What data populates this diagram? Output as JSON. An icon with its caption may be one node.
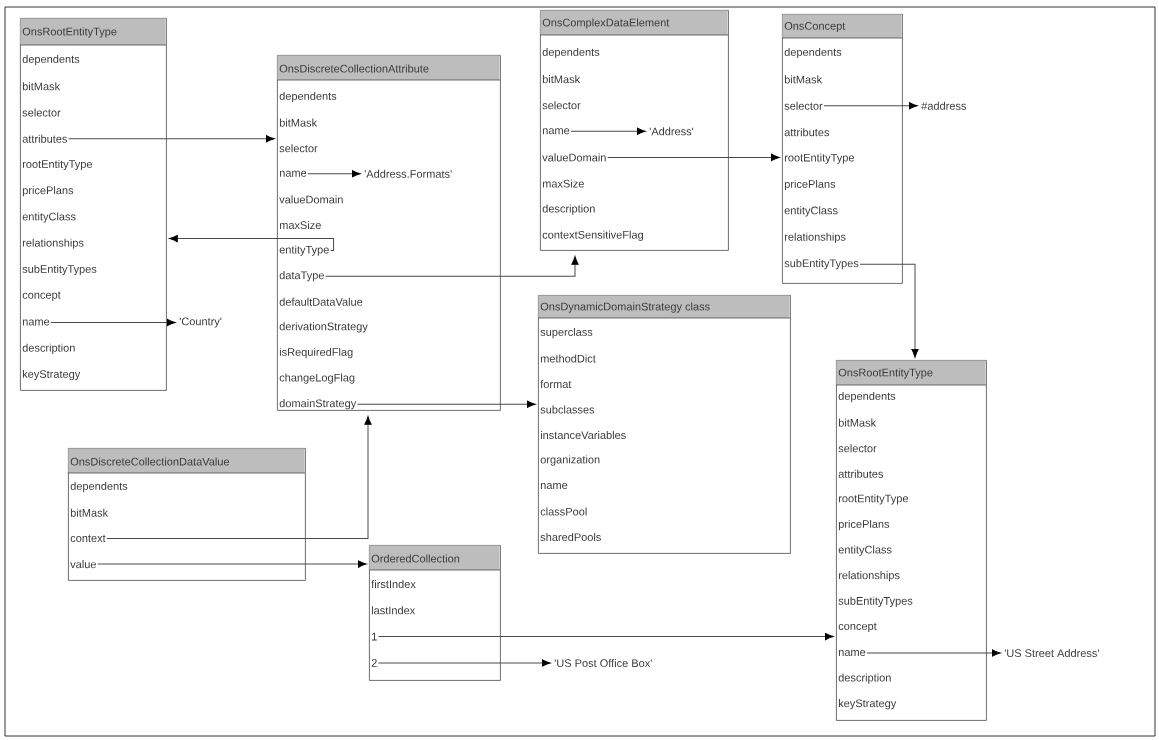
{
  "diagram": {
    "nodes": [
      {
        "text": [
          "OnsRootEntityType"
        ]
      },
      {
        "text": [
          "dependents"
        ],
        "in": 0
      },
      {
        "text": [
          "bitMask"
        ],
        "in": 0
      },
      {
        "text": [
          "selector"
        ],
        "in": 0
      },
      {
        "text": [
          "attributes"
        ],
        "in": 0
      },
      {
        "text": [
          "rootEntityType"
        ],
        "in": 0
      },
      {
        "text": [
          "pricePlans"
        ],
        "in": 0
      },
      {
        "text": [
          "entityClass"
        ],
        "in": 0
      },
      {
        "text": [
          "relationships"
        ],
        "in": 0
      },
      {
        "text": [
          "subEntityTypes"
        ],
        "in": 0
      },
      {
        "text": [
          "concept"
        ],
        "in": 0
      },
      {
        "text": [
          "name"
        ],
        "in": 0
      },
      {
        "text": [
          "description"
        ],
        "in": 0
      },
      {
        "text": [
          "keyStrategy"
        ],
        "in": 0
      },
      {
        "text": [
          "'Country'"
        ]
      },
      {
        "text": [
          "OnsDiscreteCollectionAttribute"
        ]
      },
      {
        "text": [
          "dependents"
        ],
        "in": 15
      },
      {
        "text": [
          "bitMask"
        ],
        "in": 15
      },
      {
        "text": [
          "selector"
        ],
        "in": 15
      },
      {
        "text": [
          "name"
        ],
        "in": 15
      },
      {
        "text": [
          "valueDomain"
        ],
        "in": 15
      },
      {
        "text": [
          "maxSize"
        ],
        "in": 15
      },
      {
        "text": [
          "entityType"
        ],
        "in": 15
      },
      {
        "text": [
          "dataType"
        ],
        "in": 15
      },
      {
        "text": [
          "defaultDataValue"
        ],
        "in": 15
      },
      {
        "text": [
          "derivationStrategy"
        ],
        "in": 15
      },
      {
        "text": [
          "isRequiredFlag"
        ],
        "in": 15
      },
      {
        "text": [
          "changeLogFlag"
        ],
        "in": 15
      },
      {
        "text": [
          "domainStrategy"
        ],
        "in": 15
      },
      {
        "text": [
          "'Address.Formats'"
        ],
        "in": 15
      },
      {
        "text": [
          "OnsComplexDataElement"
        ]
      },
      {
        "text": [
          "dependents"
        ],
        "in": 30
      },
      {
        "text": [
          "bitMask"
        ],
        "in": 30
      },
      {
        "text": [
          "selector"
        ],
        "in": 30
      },
      {
        "text": [
          "name"
        ],
        "in": 30
      },
      {
        "text": [
          "valueDomain"
        ],
        "in": 30
      },
      {
        "text": [
          "maxSize"
        ],
        "in": 30
      },
      {
        "text": [
          "description"
        ],
        "in": 30
      },
      {
        "text": [
          "contextSensitiveFlag"
        ],
        "in": 30
      },
      {
        "text": [
          "'Address'"
        ],
        "in": 30
      },
      {
        "text": [
          "OnsConcept"
        ]
      },
      {
        "text": [
          "dependents"
        ],
        "in": 40
      },
      {
        "text": [
          "bitMask"
        ],
        "in": 40
      },
      {
        "text": [
          "selector"
        ],
        "in": 40
      },
      {
        "text": [
          "attributes"
        ],
        "in": 40
      },
      {
        "text": [
          "rootEntityType"
        ],
        "in": 40
      },
      {
        "text": [
          "pricePlans"
        ],
        "in": 40
      },
      {
        "text": [
          "entityClass"
        ],
        "in": 40
      },
      {
        "text": [
          "relationships"
        ],
        "in": 40
      },
      {
        "text": [
          "subEntityTypes"
        ],
        "in": 40
      },
      {
        "text": [
          "#address"
        ]
      },
      {
        "text": [
          "OnsDynamicDomainStrategy class"
        ]
      },
      {
        "text": [
          "superclass"
        ],
        "in": 51
      },
      {
        "text": [
          "methodDict"
        ],
        "in": 51
      },
      {
        "text": [
          "format"
        ],
        "in": 51
      },
      {
        "text": [
          "subclasses"
        ],
        "in": 51
      },
      {
        "text": [
          "instanceVariables"
        ],
        "in": 51
      },
      {
        "text": [
          "organization"
        ],
        "in": 51
      },
      {
        "text": [
          "name"
        ],
        "in": 51
      },
      {
        "text": [
          "classPool"
        ],
        "in": 51
      },
      {
        "text": [
          "sharedPools"
        ],
        "in": 51
      },
      {
        "text": [
          "OnsRootEntityType"
        ]
      },
      {
        "text": [
          "dependents"
        ],
        "in": 61
      },
      {
        "text": [
          "bitMask"
        ],
        "in": 61
      },
      {
        "text": [
          "selector"
        ],
        "in": 61
      },
      {
        "text": [
          "attributes"
        ],
        "in": 61
      },
      {
        "text": [
          "rootEntityType"
        ],
        "in": 61
      },
      {
        "text": [
          "pricePlans"
        ],
        "in": 61
      },
      {
        "text": [
          "entityClass"
        ],
        "in": 61
      },
      {
        "text": [
          "relationships"
        ],
        "in": 61
      },
      {
        "text": [
          "subEntityTypes"
        ],
        "in": 61
      },
      {
        "text": [
          "concept"
        ],
        "in": 61
      },
      {
        "text": [
          "name"
        ],
        "in": 61
      },
      {
        "text": [
          "description"
        ],
        "in": 61
      },
      {
        "text": [
          "keyStrategy"
        ],
        "in": 61
      },
      {
        "text": [
          "'US Street Address'"
        ]
      },
      {
        "text": [
          "OnsDiscreteCollectionDataValue"
        ]
      },
      {
        "text": [
          "dependents"
        ],
        "in": 76
      },
      {
        "text": [
          "bitMask"
        ],
        "in": 76
      },
      {
        "text": [
          "context"
        ],
        "in": 76
      },
      {
        "text": [
          "value"
        ],
        "in": 76
      },
      {
        "text": [
          "OrderedCollection"
        ]
      },
      {
        "text": [
          "firstIndex"
        ],
        "in": 81
      },
      {
        "text": [
          "lastIndex"
        ],
        "in": 81
      },
      {
        "text": [
          "1"
        ],
        "in": 81
      },
      {
        "text": [
          "2"
        ],
        "in": 81
      },
      {
        "text": [
          "'US Post Office Box'"
        ]
      }
    ],
    "edges": [
      {
        "from": 4,
        "to": 15,
        "arrow": "to"
      },
      {
        "from": 19,
        "to": 29,
        "arrow": "to"
      },
      {
        "from": 22,
        "to": 0,
        "arrow": "to"
      },
      {
        "from": 23,
        "to": 30,
        "arrow": "to"
      },
      {
        "from": 28,
        "to": 51,
        "arrow": "to"
      },
      {
        "from": 11,
        "to": 14,
        "arrow": "to"
      },
      {
        "from": 34,
        "to": 39,
        "arrow": "to"
      },
      {
        "from": 35,
        "to": 40,
        "arrow": "to"
      },
      {
        "from": 43,
        "to": 50,
        "arrow": "to"
      },
      {
        "from": 49,
        "to": 61,
        "arrow": "to"
      },
      {
        "from": 79,
        "to": 15,
        "arrow": "to"
      },
      {
        "from": 80,
        "to": 81,
        "arrow": "to"
      },
      {
        "from": 84,
        "to": 61,
        "arrow": "to"
      },
      {
        "from": 85,
        "to": 86,
        "arrow": "to"
      },
      {
        "from": 72,
        "to": 75,
        "arrow": "to"
      }
    ]
  }
}
